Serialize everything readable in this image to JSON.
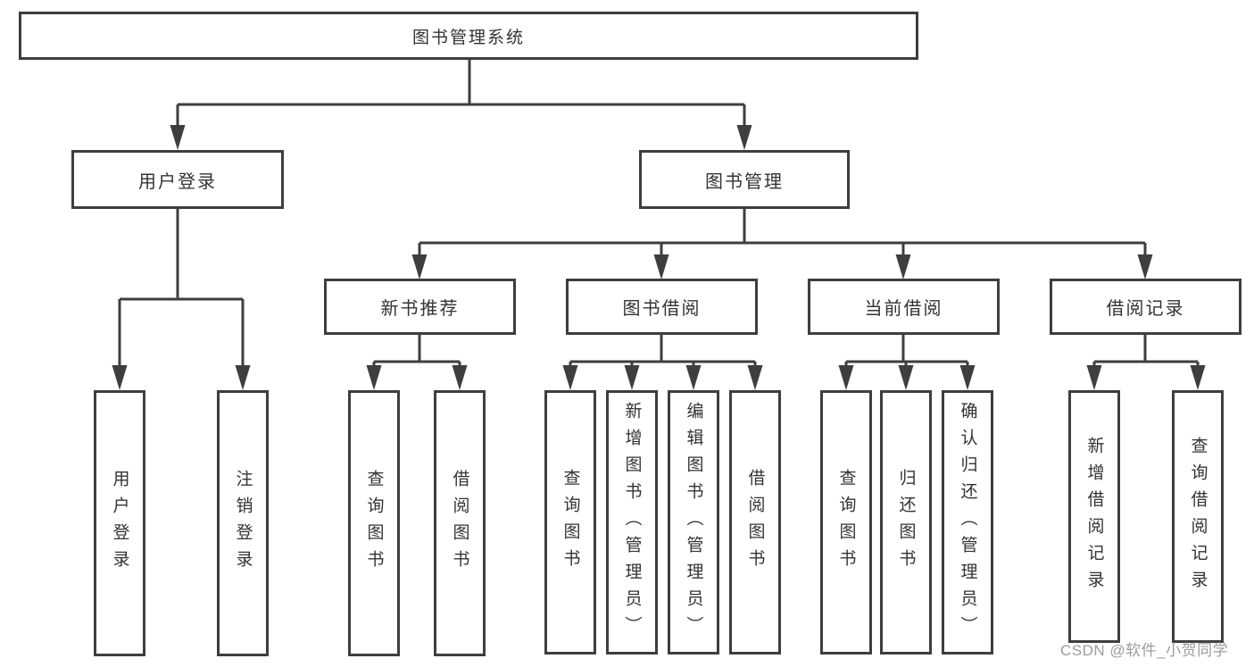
{
  "watermark": "CSDN @软件_小贺同学",
  "colors": {
    "line": "#3e3e3e",
    "text": "#333333",
    "box_bg": "#ffffff",
    "watermark": "#9c9c9c",
    "page_bg": "#ffffff"
  },
  "tree": {
    "root": "图书管理系统",
    "branches": [
      {
        "label": "用户登录",
        "children": [
          {
            "label": "用户登录"
          },
          {
            "label": "注销登录"
          }
        ]
      },
      {
        "label": "图书管理",
        "children": [
          {
            "label": "新书推荐",
            "children": [
              {
                "label": "查询图书"
              },
              {
                "label": "借阅图书"
              }
            ]
          },
          {
            "label": "图书借阅",
            "children": [
              {
                "label": "查询图书"
              },
              {
                "label": "新增图书（管理员）"
              },
              {
                "label": "编辑图书（管理员）"
              },
              {
                "label": "借阅图书"
              }
            ]
          },
          {
            "label": "当前借阅",
            "children": [
              {
                "label": "查询图书"
              },
              {
                "label": "归还图书"
              },
              {
                "label": "确认归还（管理员）"
              }
            ]
          },
          {
            "label": "借阅记录",
            "children": [
              {
                "label": "新增借阅记录"
              },
              {
                "label": "查询借阅记录"
              }
            ]
          }
        ]
      }
    ]
  }
}
